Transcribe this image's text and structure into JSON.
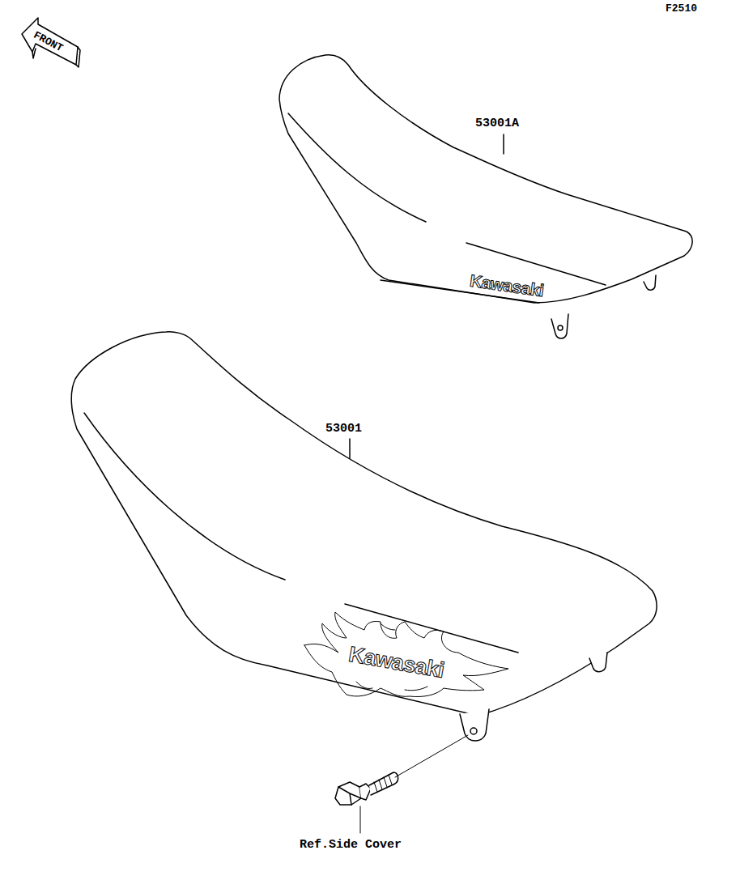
{
  "diagram": {
    "labels": [
      "F2510",
      "FRONT",
      "53001A",
      "Kawasaki",
      "53001",
      "Kawasaki",
      "Ref.Side Cover"
    ]
  }
}
